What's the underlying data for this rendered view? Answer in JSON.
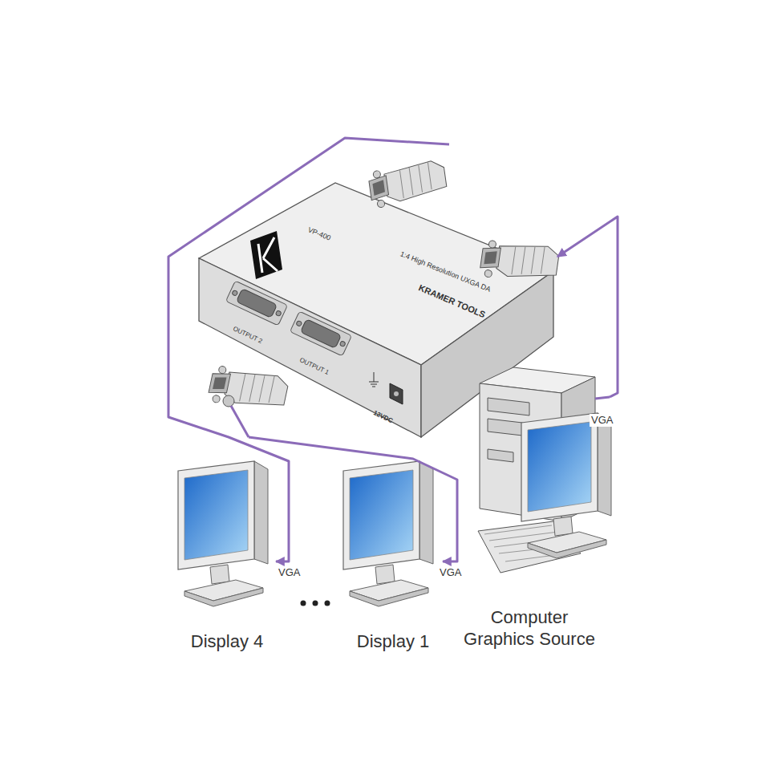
{
  "diagram": {
    "nodes": [
      {
        "text": [
          "KRAMER TOOLS",
          "1:4 High Resolution UXGA DA",
          "VP-400",
          "OUTPUT 2",
          "OUTPUT 1",
          "12VDC"
        ]
      },
      {
        "text": [
          "Display 4"
        ]
      },
      {
        "text": [
          "Display 1"
        ]
      },
      {
        "text": [
          "Computer Graphics Source"
        ]
      }
    ],
    "edges": [
      {
        "from": 3,
        "to": 0,
        "arrow": "to",
        "label": "VGA"
      },
      {
        "from": 0,
        "to": 2,
        "arrow": "to",
        "label": "VGA"
      },
      {
        "from": 0,
        "to": 1,
        "arrow": "to",
        "label": "VGA"
      }
    ]
  }
}
